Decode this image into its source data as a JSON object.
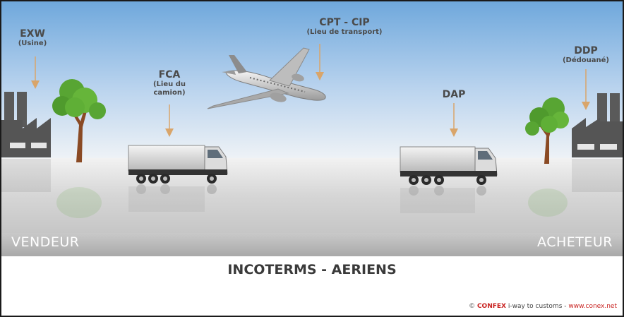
{
  "labels": {
    "exw": {
      "code": "EXW",
      "sub": "(Usine)"
    },
    "fca": {
      "code": "FCA",
      "sub1": "(Lieu du",
      "sub2": "camion)"
    },
    "cpt_cip": {
      "code": "CPT - CIP",
      "sub": "(Lieu de transport)"
    },
    "dap": {
      "code": "DAP"
    },
    "ddp": {
      "code": "DDP",
      "sub": "(Dédouané)"
    }
  },
  "parties": {
    "seller": "VENDEUR",
    "buyer": "ACHETEUR"
  },
  "title": "INCOTERMS - AERIENS",
  "credit": {
    "prefix": "©",
    "brand": "CONFEX",
    "tagline": "i-way to customs -",
    "url": "www.conex.net"
  },
  "colors": {
    "sky_top": "#6fa8dc",
    "sky_bottom": "#e8eef5",
    "ground": "#cfcfcf",
    "band": "#b9b9b9",
    "tree_green": "#5aa832",
    "factory": "#555555",
    "arrow": "#d9a56a"
  }
}
